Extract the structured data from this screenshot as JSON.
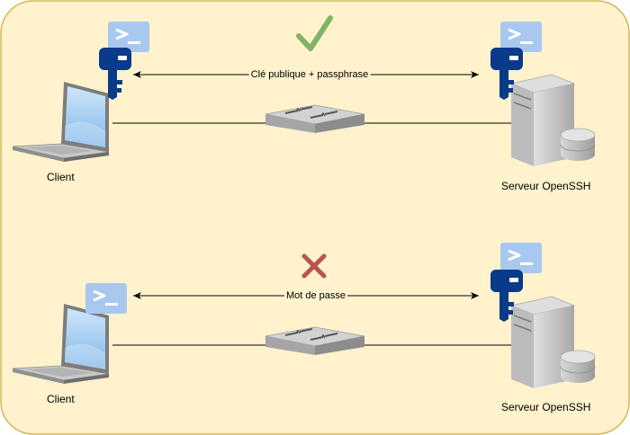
{
  "scenario_key": {
    "client_label": "Client",
    "server_label": "Serveur OpenSSH",
    "edge_label": "Clé publique + passphrase",
    "status_icon": "check-icon",
    "status_color": "#82b366"
  },
  "scenario_password": {
    "client_label": "Client",
    "server_label": "Serveur OpenSSH",
    "edge_label": "Mot de passe",
    "status_icon": "cross-icon",
    "status_color": "#b85450"
  },
  "colors": {
    "panel_fill": "#fff2cc",
    "panel_stroke": "#d6b656",
    "key_color": "#0a3a8a",
    "terminal_color": "#a8c8f0"
  }
}
